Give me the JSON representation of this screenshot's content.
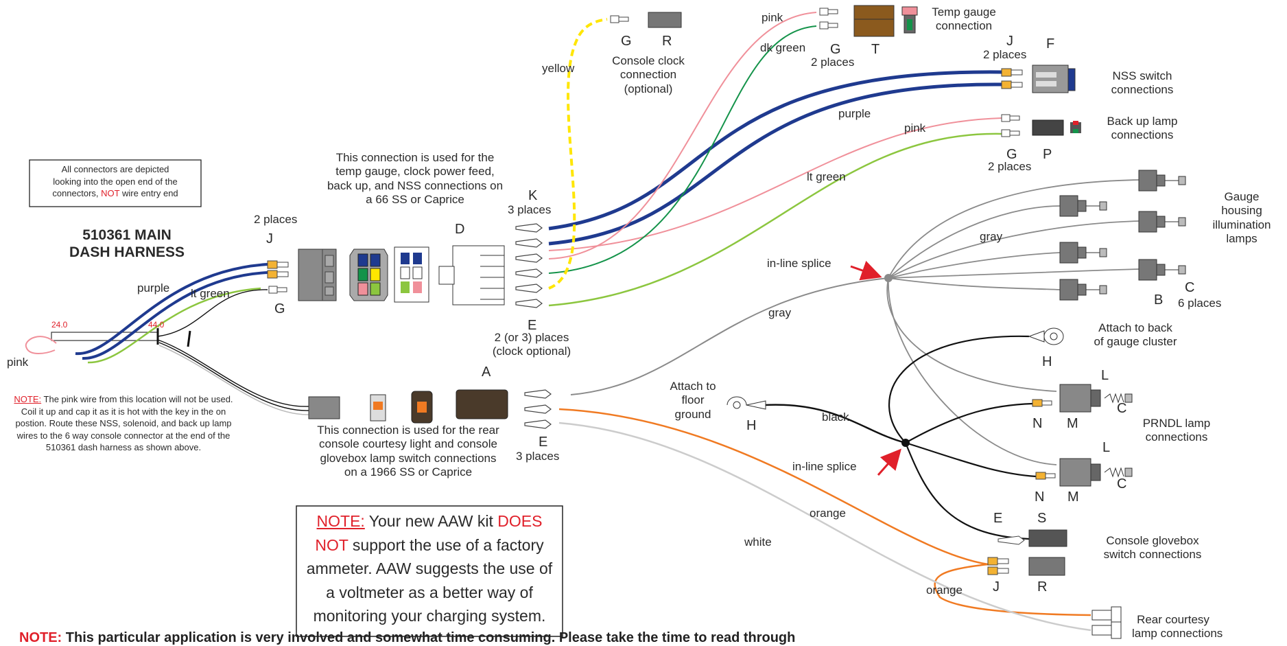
{
  "title": {
    "line1": "510361 MAIN",
    "line2": "DASH HARNESS"
  },
  "depict_note": {
    "line1": "All connectors are depicted",
    "line2": "looking into the open end of the",
    "pre": "connectors, ",
    "not": "NOT",
    "post": " wire entry end"
  },
  "top_connection_note": {
    "line1": "This connection is used for the",
    "line2": "temp gauge, clock power feed,",
    "line3": "back up, and NSS connections on",
    "line4": "a 66 SS or Caprice"
  },
  "rear_connection_note": {
    "line1": "This connection is used for the rear",
    "line2": "console courtesy light and console",
    "line3": "glovebox lamp switch connections",
    "line4": "on a 1966 SS or Caprice"
  },
  "pink_note": {
    "label": "NOTE:",
    "text": " The pink wire from this location will not be used. Coil it up and cap it as it is hot with the key in the on postion. Route these NSS, solenoid, and back up lamp wires to the 6 way console connector at the end of the 510361 dash harness as shown above."
  },
  "ammeter_note": {
    "label": "NOTE:",
    "t1": " Your new AAW kit ",
    "does_not": "DOES NOT",
    "t2": " support the use of a factory ammeter. AAW suggests the use of a voltmeter as a better way of monitoring your charging system."
  },
  "bottom_note": {
    "label": "NOTE:",
    "text": " This particular application is very involved and somewhat time consuming. Please take the time to read through"
  },
  "measurements": {
    "m1": "24.0",
    "m2": "44.0"
  },
  "wires": {
    "purple": "purple",
    "lt_green": "lt green",
    "pink": "pink",
    "yellow": "yellow",
    "dk_green": "dk green",
    "gray": "gray",
    "black": "black",
    "orange": "orange",
    "white": "white"
  },
  "labels": {
    "two_places": "2 places",
    "three_places": "3 places",
    "six_places": "6 places",
    "two_or_three": "2 (or 3) places",
    "clock_optional": "(clock optional)",
    "inline_splice": "in-line splice"
  },
  "letters": {
    "A": "A",
    "B": "B",
    "C": "C",
    "D": "D",
    "E": "E",
    "F": "F",
    "G": "G",
    "H": "H",
    "J": "J",
    "K": "K",
    "L": "L",
    "M": "M",
    "N": "N",
    "P": "P",
    "R": "R",
    "S": "S",
    "T": "T"
  },
  "groups": {
    "console_clock": {
      "l1": "Console clock",
      "l2": "connection",
      "l3": "(optional)"
    },
    "temp_gauge": {
      "l1": "Temp gauge",
      "l2": "connection"
    },
    "nss": {
      "l1": "NSS switch",
      "l2": "connections"
    },
    "backup": {
      "l1": "Back up lamp",
      "l2": "connections"
    },
    "gauge_lamps": {
      "l1": "Gauge",
      "l2": "housing",
      "l3": "illumination",
      "l4": "lamps"
    },
    "attach_cluster": {
      "l1": "Attach to back",
      "l2": "of gauge cluster"
    },
    "attach_floor": {
      "l1": "Attach to",
      "l2": "floor",
      "l3": "ground"
    },
    "prndl": {
      "l1": "PRNDL lamp",
      "l2": "connections"
    },
    "glovebox": {
      "l1": "Console glovebox",
      "l2": "switch connections"
    },
    "rear_courtesy": {
      "l1": "Rear courtesy",
      "l2": "lamp connections"
    }
  },
  "colors": {
    "purple": "#1f3a8f",
    "lt_green": "#8cc63f",
    "pink": "#f0909a",
    "yellow": "#ffe600",
    "dk_green": "#14934a",
    "gray": "#8a8a8a",
    "black": "#111111",
    "orange": "#f07a22",
    "white": "#cccccc",
    "red": "#e0202a"
  }
}
